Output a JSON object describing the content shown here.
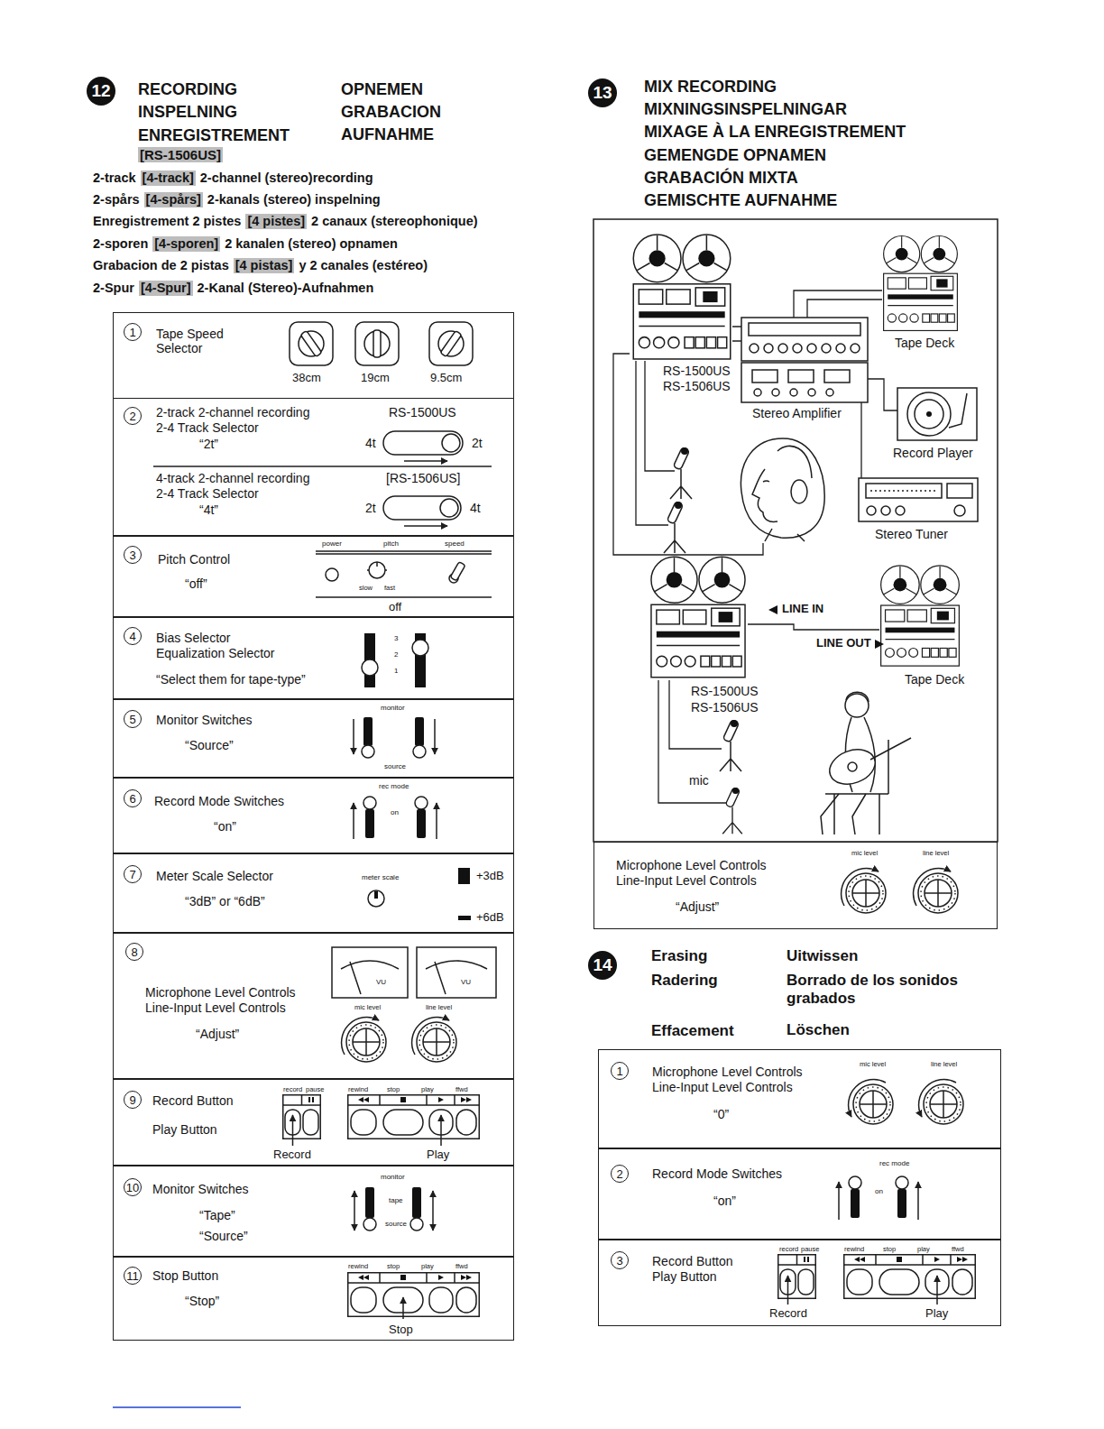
{
  "diagram": {
    "nodes": [
      {
        "text": [
          "12"
        ]
      },
      {
        "text": [
          "1",
          "Tape Speed Selector",
          "38cm",
          "19cm",
          "9.5cm"
        ]
      },
      {
        "text": [
          "2",
          "2-track 2-channel recording",
          "2-4 Track Selector",
          "“2t”",
          "RS-1500US",
          "4t",
          "2t",
          "4-track 2-channel recording",
          "2-4 Track Selector",
          "“4t”",
          "[RS-1506US]",
          "2t",
          "4t"
        ]
      },
      {
        "text": [
          "3",
          "Pitch Control",
          "“off”",
          "power",
          "pitch",
          "speed",
          "slow",
          "fast",
          "off"
        ]
      },
      {
        "text": [
          "4",
          "Bias Selector",
          "Equalization Selector",
          "“Select them for tape-type”",
          "3",
          "2",
          "1"
        ]
      },
      {
        "text": [
          "5",
          "Monitor Switches",
          "“Source”",
          "monitor",
          "source"
        ]
      },
      {
        "text": [
          "6",
          "Record Mode Switches",
          "“on”",
          "rec mode",
          "on"
        ]
      },
      {
        "text": [
          "7",
          "Meter Scale Selector",
          "“3dB” or “6dB”",
          "meter scale",
          "+3dB",
          "+6dB"
        ]
      },
      {
        "text": [
          "8",
          "Microphone Level Controls",
          "Line-Input Level Controls",
          "“Adjust”",
          "VU",
          "VU",
          "mic level",
          "line level"
        ]
      },
      {
        "text": [
          "9",
          "Record Button",
          "Play Button",
          "record",
          "pause",
          "rewind",
          "stop",
          "play",
          "ffwd",
          "Record",
          "Play"
        ]
      },
      {
        "text": [
          "10",
          "Monitor Switches",
          "“Tape”",
          "“Source”",
          "monitor",
          "tape",
          "source"
        ]
      },
      {
        "text": [
          "11",
          "Stop Button",
          "“Stop”",
          "rewind",
          "stop",
          "play",
          "ffwd",
          "Stop"
        ]
      },
      {
        "text": [
          "13"
        ]
      },
      {
        "text": [
          "Microphone Level Controls",
          "Line-Input Level Controls",
          "“Adjust”",
          "mic level",
          "line level"
        ]
      },
      {
        "text": [
          "14"
        ]
      },
      {
        "text": [
          "1",
          "Microphone Level Controls",
          "Line-Input Level Controls",
          "“0”",
          "mic level",
          "line level"
        ]
      },
      {
        "text": [
          "2",
          "Record Mode Switches",
          "“on”",
          "rec mode",
          "on"
        ]
      },
      {
        "text": [
          "3",
          "Record Button",
          "Play Button",
          "record",
          "pause",
          "rewind",
          "stop",
          "play",
          "ffwd",
          "Record",
          "Play"
        ]
      }
    ],
    "labels": [
      "RECORDING",
      "INSPELNING",
      "ENREGISTREMENT",
      "[RS-1506US]",
      "OPNEMEN",
      "GRABACION",
      "AUFNAHME",
      "2-track",
      "[4-track]",
      "2-channel (stereo)recording",
      "2-spårs",
      "[4-spårs]",
      "2-kanals (stereo) inspelning",
      "Enregistrement 2 pistes",
      "[4 pistes]",
      "2 canaux (stereophonique)",
      "2-sporen",
      "[4-sporen]",
      "2 kanalen (stereo) opnamen",
      "Grabacion de 2 pistas",
      "[4 pistas]",
      "y 2 canales (estéreo)",
      "2-Spur",
      "[4-Spur]",
      "2-Kanal (Stereo)-Aufnahmen",
      "MIX RECORDING",
      "MIXNINGSINSPELNINGAR",
      "MIXAGE À LA ENREGISTREMENT",
      "GEMENGDE OPNAMEN",
      "GRABACIÓN MIXTA",
      "GEMISCHTE AUFNAHME",
      "RS-1500US",
      "RS-1506US",
      "Tape Deck",
      "Stereo Amplifier",
      "Record Player",
      "Stereo Tuner",
      "LINE IN",
      "LINE OUT",
      "RS-1500US",
      "RS-1506US",
      "Tape Deck",
      "mic",
      "Erasing",
      "Radering",
      "Effacement",
      "Uitwissen",
      "Borrado de los sonidos grabados",
      "Löschen"
    ]
  }
}
